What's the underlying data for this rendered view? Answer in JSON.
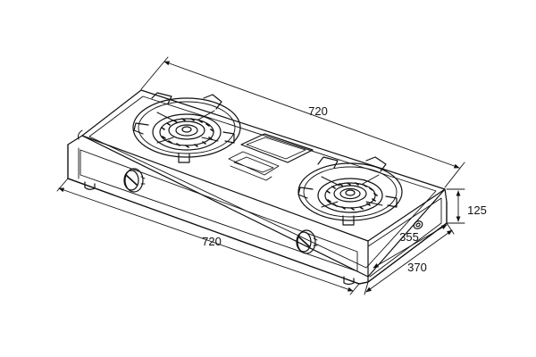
{
  "drawing": {
    "subject": "two-burner gas stove",
    "line_color": "#111111",
    "background": "#ffffff",
    "dimensions": {
      "top_length": "720",
      "front_length": "720",
      "height": "125",
      "inner_depth": "355",
      "outer_depth": "370"
    },
    "units_shown": ""
  }
}
